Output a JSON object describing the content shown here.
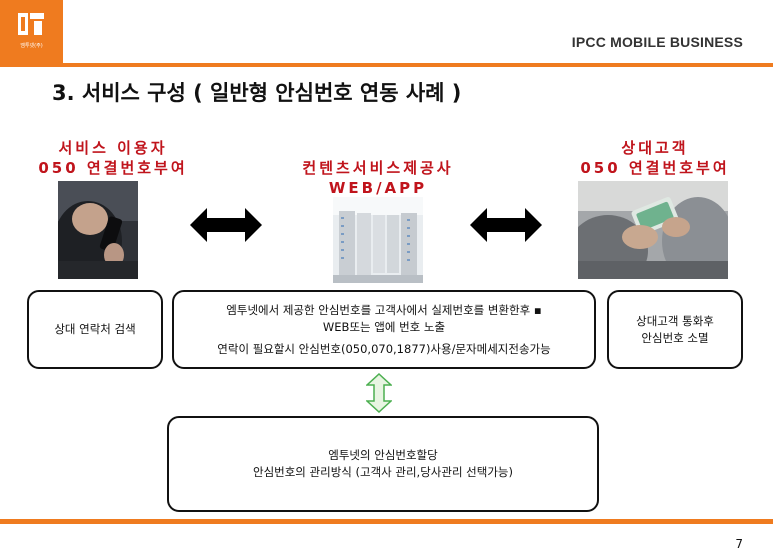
{
  "header": {
    "logo_text": "엠투넷(주)",
    "title": "IPCC MOBILE BUSINESS"
  },
  "slide": {
    "title": "3. 서비스 구성 ( 일반형 안심번호 연동 사례 )"
  },
  "left": {
    "label_line1": "서비스 이용자",
    "label_line2": "050 연결번호부여",
    "box_text": "상대 연락처 검색"
  },
  "center": {
    "label_line1": "컨텐츠서비스제공사",
    "label_line2": "WEB/APP",
    "box_line1": "엠투넷에서 제공한 안심번호를 고객사에서 실제번호를 변환한후 ▪",
    "box_line2": "WEB또는 앱에 번호 노출",
    "box_line3": "연락이 필요할시 안심번호(050,070,1877)사용/문자메세지전송가능"
  },
  "right": {
    "label_line1": "상대고객",
    "label_line2": "050 연결번호부여",
    "box_line1": "상대고객 통화후",
    "box_line2": "안심번호 소멸"
  },
  "bottom_box": {
    "line1": "엠투넷의 안심번호할당",
    "line2": "안심번호의 관리방식 (고객사 관리,당사관리 선택가능)"
  },
  "footer": {
    "page_number": "7"
  },
  "colors": {
    "accent_orange": "#ef7b1f",
    "label_red": "#c0141c",
    "arrow_green": "#4caf50"
  }
}
